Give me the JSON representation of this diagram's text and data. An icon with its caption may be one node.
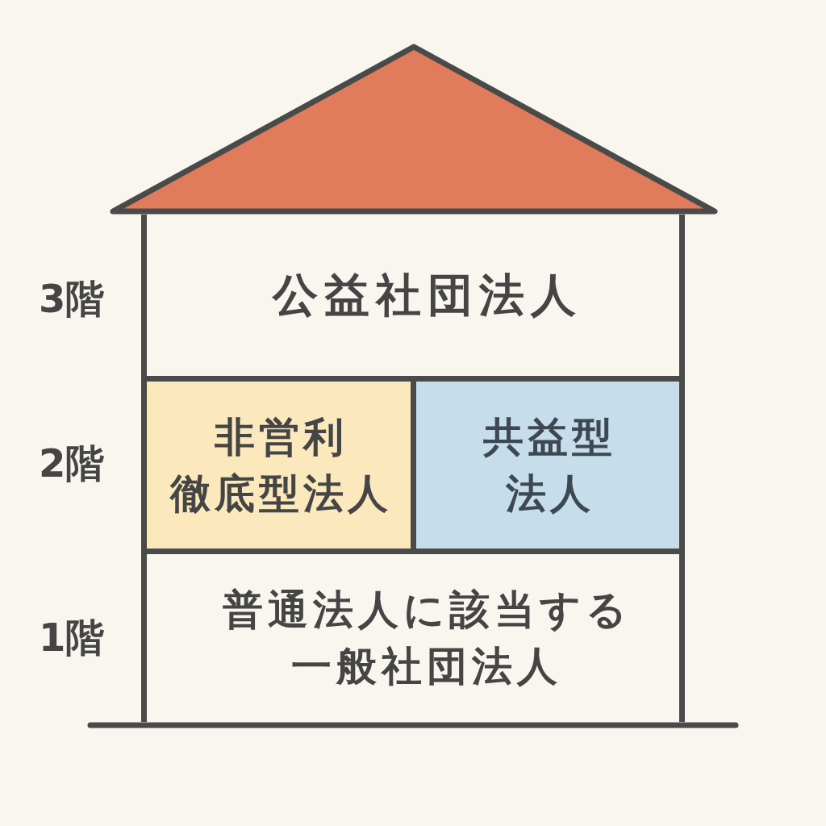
{
  "diagram": {
    "nodes": [
      {
        "text": [],
        "shape": "triangle"
      },
      {
        "text": [
          "公益社団法人"
        ]
      },
      {
        "text": [
          "非営利徹底型法人"
        ]
      },
      {
        "text": [
          "共益型法人"
        ]
      },
      {
        "text": [
          "普通法人に該当する一般社団法人"
        ]
      }
    ],
    "labels": [
      "3階",
      "2階",
      "1階"
    ]
  }
}
